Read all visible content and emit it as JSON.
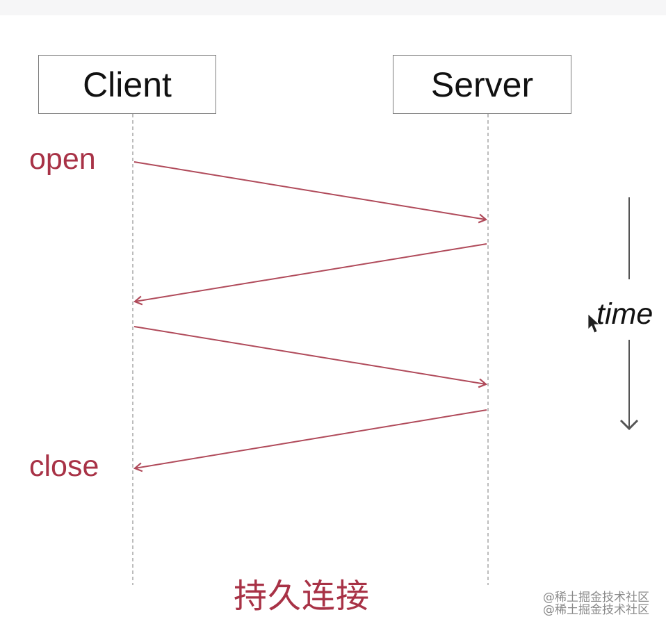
{
  "participants": {
    "client": "Client",
    "server": "Server"
  },
  "labels": {
    "open": "open",
    "close": "close",
    "time": "time"
  },
  "caption": "持久连接",
  "watermark": {
    "line1": "@稀土掘金技术社区",
    "line2": "@稀土掘金技术社区"
  },
  "colors": {
    "arrow": "#b04a5a",
    "label": "#a83246",
    "lifeline": "#999999",
    "timeline": "#555555"
  }
}
